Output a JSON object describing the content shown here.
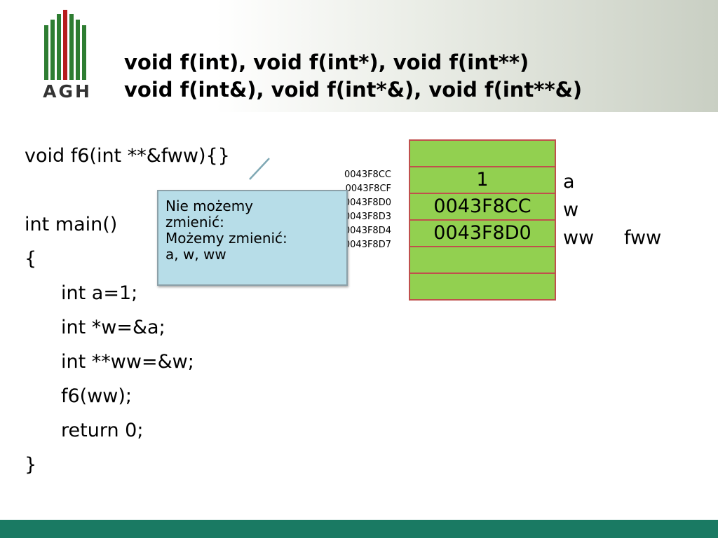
{
  "header": {
    "logo_text": "AGH",
    "title_line1": "void f(int), void f(int*), void f(int**)",
    "title_line2": "void f(int&), void f(int*&), void f(int**&)"
  },
  "code": {
    "lines": [
      "void f6(int **&fww){}",
      "",
      "int main()",
      "{",
      "int a=1;",
      "int *w=&a;",
      "int **ww=&w;",
      "f6(ww);",
      "return 0;",
      "}"
    ]
  },
  "addresses": [
    "0043F8CC",
    "0043F8CF",
    "0043F8D0",
    "0043F8D3",
    "0043F8D4",
    "0043F8D7"
  ],
  "memory": {
    "cells": [
      "",
      "1",
      "0043F8CC",
      "0043F8D0",
      "",
      ""
    ],
    "labels": {
      "a": "a",
      "w": "w",
      "ww": "ww",
      "fww": "fww"
    }
  },
  "callout": {
    "line1": "Nie możemy",
    "line2": "zmienić:",
    "line3": "Możemy zmienić:",
    "line4": "a, w, ww"
  },
  "colors": {
    "cell_fill": "#92d050",
    "cell_border": "#c0504d",
    "callout_fill": "#b7dde8",
    "footer": "#1a7a63",
    "logo_green": "#2e7d32",
    "logo_red": "#b71c1c"
  }
}
